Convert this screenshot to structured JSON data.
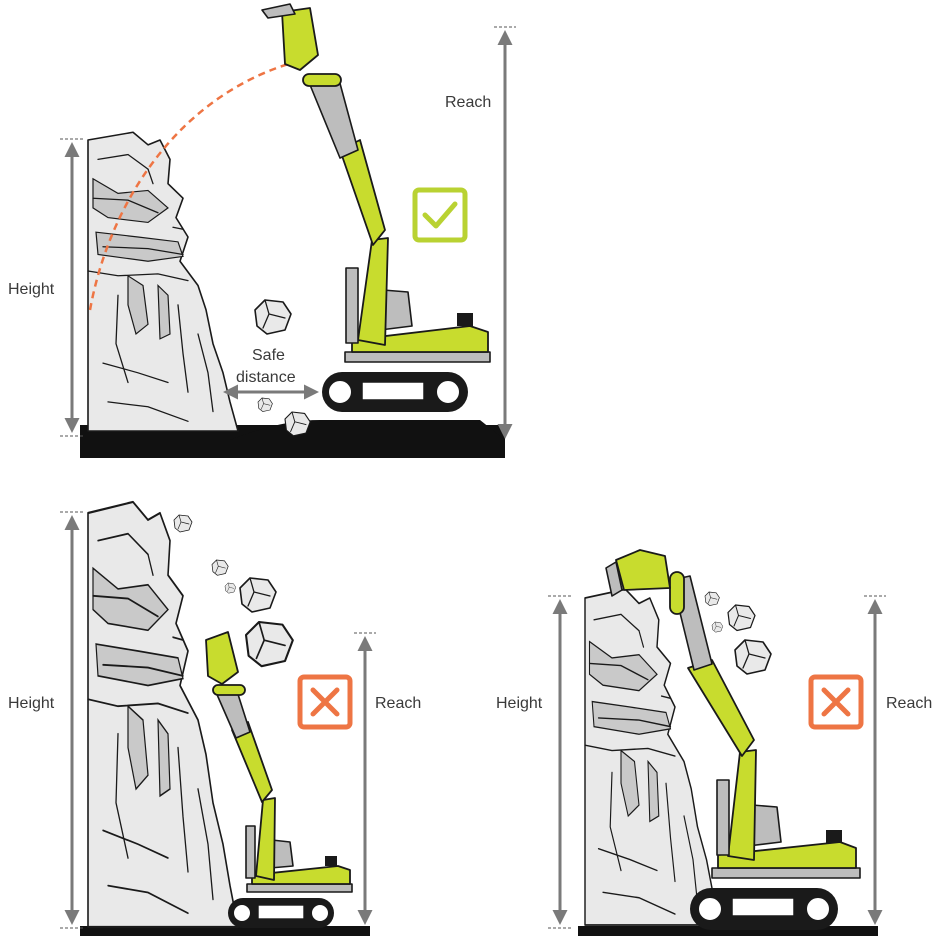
{
  "top_panel": {
    "height_label": "Height",
    "reach_label": "Reach",
    "safe_distance_line1": "Safe",
    "safe_distance_line2": "distance",
    "status_icon": "check-icon",
    "status_color": "#b9d232"
  },
  "bottom_left_panel": {
    "height_label": "Height",
    "reach_label": "Reach",
    "status_icon": "cross-icon",
    "status_color": "#ee7544"
  },
  "bottom_right_panel": {
    "height_label": "Height",
    "reach_label": "Reach",
    "status_icon": "cross-icon",
    "status_color": "#ee7544"
  },
  "colors": {
    "machine": "#c8dc2e",
    "arc": "#ee7544",
    "arrow": "#7a7a7a"
  }
}
